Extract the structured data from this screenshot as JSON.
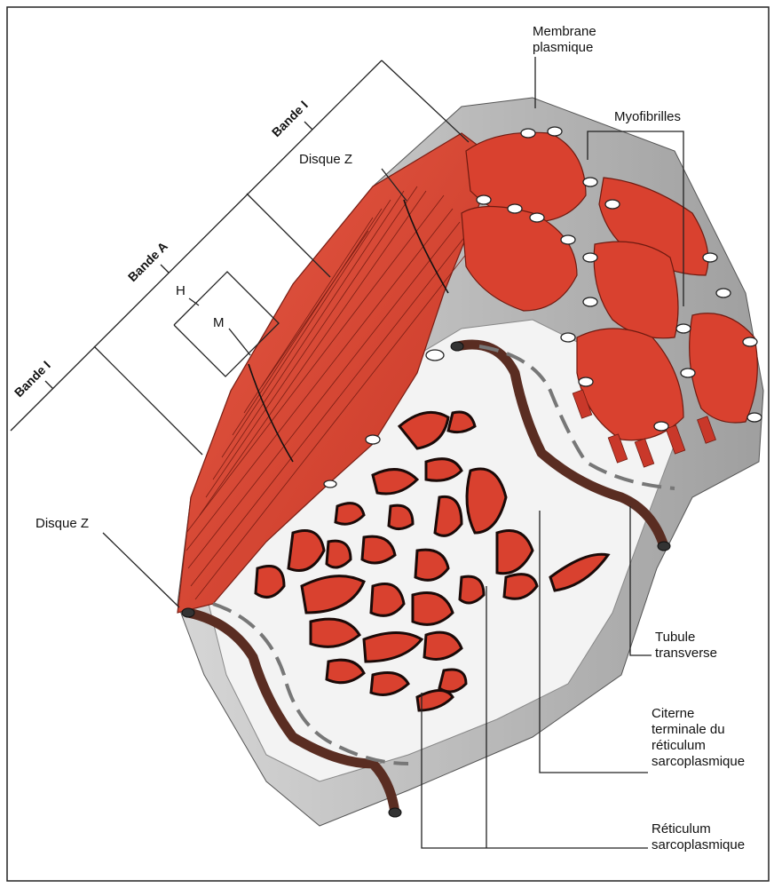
{
  "labels": {
    "membrane_line1": "Membrane",
    "membrane_line2": "plasmique",
    "myofibrilles": "Myofibrilles",
    "bande_i_top": "Bande I",
    "bande_a": "Bande A",
    "bande_i_left": "Bande I",
    "disque_z_top": "Disque Z",
    "disque_z_left": "Disque Z",
    "h": "H",
    "m": "M",
    "tubule_line1": "Tubule",
    "tubule_line2": "transverse",
    "citerne_line1": "Citerne",
    "citerne_line2": "terminale du",
    "citerne_line3": "réticulum",
    "citerne_line4": "sarcoplasmique",
    "reticulum_line1": "Réticulum",
    "reticulum_line2": "sarcoplasmique"
  },
  "colors": {
    "myofibril": "#d9412f",
    "myofibril_dark": "#a82a1e",
    "tubule": "#5a2d22",
    "membrane_gray": "#bdbdbd",
    "sarcoplasm": "#f3f3f3"
  }
}
